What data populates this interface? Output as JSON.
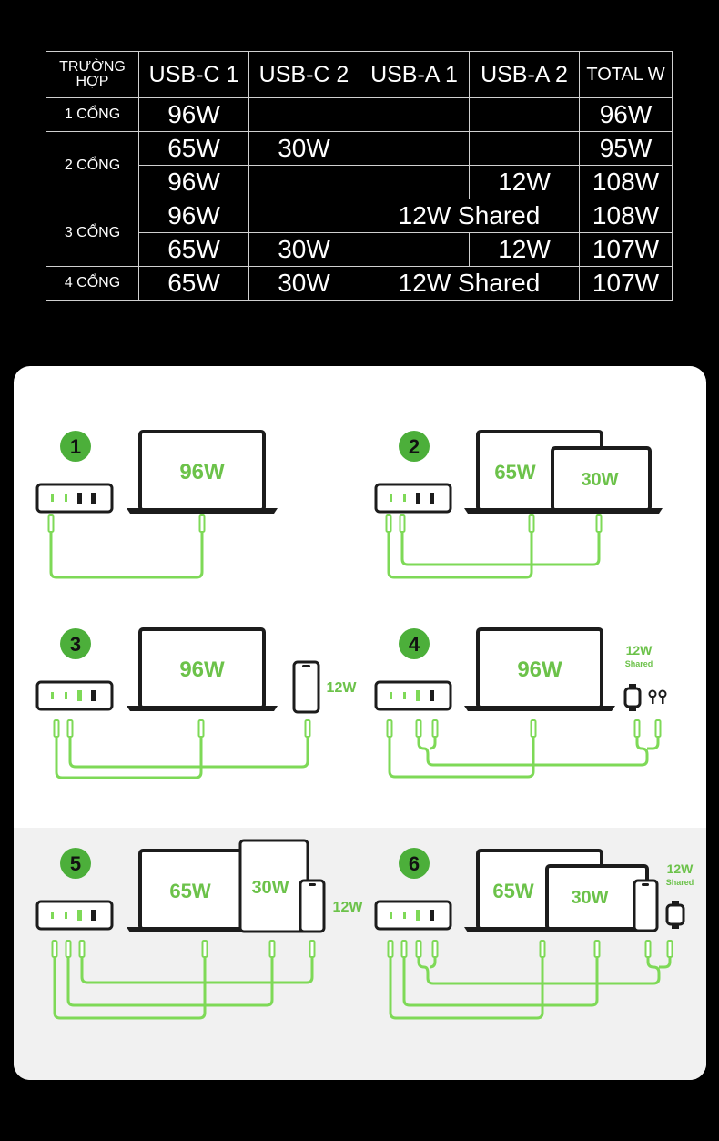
{
  "table": {
    "headers": {
      "case": "TRƯỜNG HỢP",
      "usb_c1": "USB-C 1",
      "usb_c2": "USB-C 2",
      "usb_a1": "USB-A 1",
      "usb_a2": "USB-A 2",
      "total": "TOTAL W"
    },
    "groups": {
      "g1": "1 CỔNG",
      "g2": "2 CỔNG",
      "g3": "3 CỔNG",
      "g4": "4 CỔNG"
    },
    "rows": {
      "r1": {
        "c1": "96W",
        "total": "96W"
      },
      "r2": {
        "c1": "65W",
        "c2": "30W",
        "total": "95W"
      },
      "r3": {
        "c1": "96W",
        "a2": "12W",
        "total": "108W"
      },
      "r4": {
        "c1": "96W",
        "shared": "12W Shared",
        "total": "108W"
      },
      "r5": {
        "c1": "65W",
        "c2": "30W",
        "a2": "12W",
        "total": "107W"
      },
      "r6": {
        "c1": "65W",
        "c2": "30W",
        "shared": "12W Shared",
        "total": "107W"
      }
    }
  },
  "diagrams": {
    "d1": {
      "number": "1",
      "laptop": "96W"
    },
    "d2": {
      "number": "2",
      "laptop": "65W",
      "laptop2": "30W"
    },
    "d3": {
      "number": "3",
      "laptop": "96W",
      "phone": "12W"
    },
    "d4": {
      "number": "4",
      "laptop": "96W",
      "shared_w": "12W",
      "shared_label": "Shared"
    },
    "d5": {
      "number": "5",
      "laptop": "65W",
      "tablet": "30W",
      "phone": "12W"
    },
    "d6": {
      "number": "6",
      "laptop": "65W",
      "laptop2": "30W",
      "shared_w": "12W",
      "shared_label": "Shared"
    }
  },
  "colors": {
    "green": "#7ed957",
    "badge": "#4caf3a",
    "dark": "#1c1c1c"
  }
}
